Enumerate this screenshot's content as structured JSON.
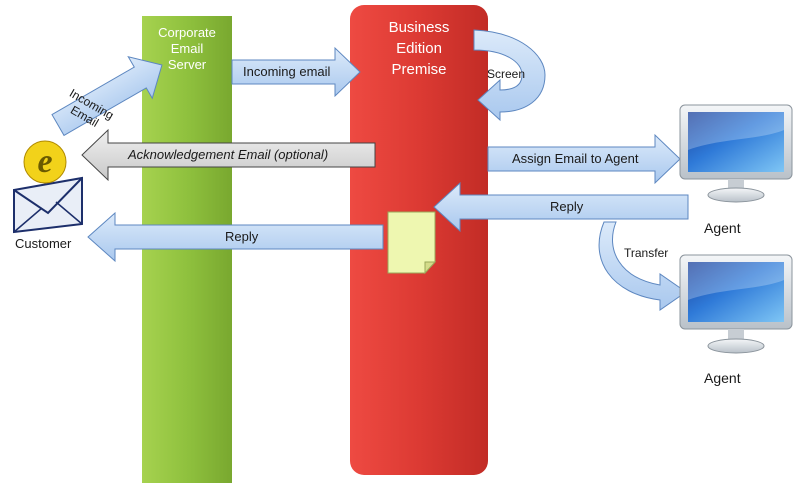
{
  "columns": {
    "email_server": {
      "line1": "Corporate",
      "line2": "Email",
      "line3": "Server",
      "color": "#8dbf3c"
    },
    "business_edition": {
      "line1": "Business",
      "line2": "Edition",
      "line3": "Premise",
      "color": "#e03a33"
    }
  },
  "arrows": {
    "incoming_email_diag": {
      "line1": "Incoming",
      "line2": "Email"
    },
    "incoming_email": "Incoming email",
    "screen": "Screen",
    "acknowledgement": "Acknowledgement Email (optional)",
    "assign_email": "Assign Email to Agent",
    "reply_agent": "Reply",
    "reply_customer": "Reply",
    "transfer": "Transfer"
  },
  "actors": {
    "customer": "Customer",
    "agent_top": "Agent",
    "agent_bottom": "Agent"
  },
  "colors": {
    "arrow_blue": "#bcd6f2",
    "arrow_border": "#5d87c0",
    "ack_gray": "#d9d9d9",
    "note_yellow": "#eef7b0"
  }
}
